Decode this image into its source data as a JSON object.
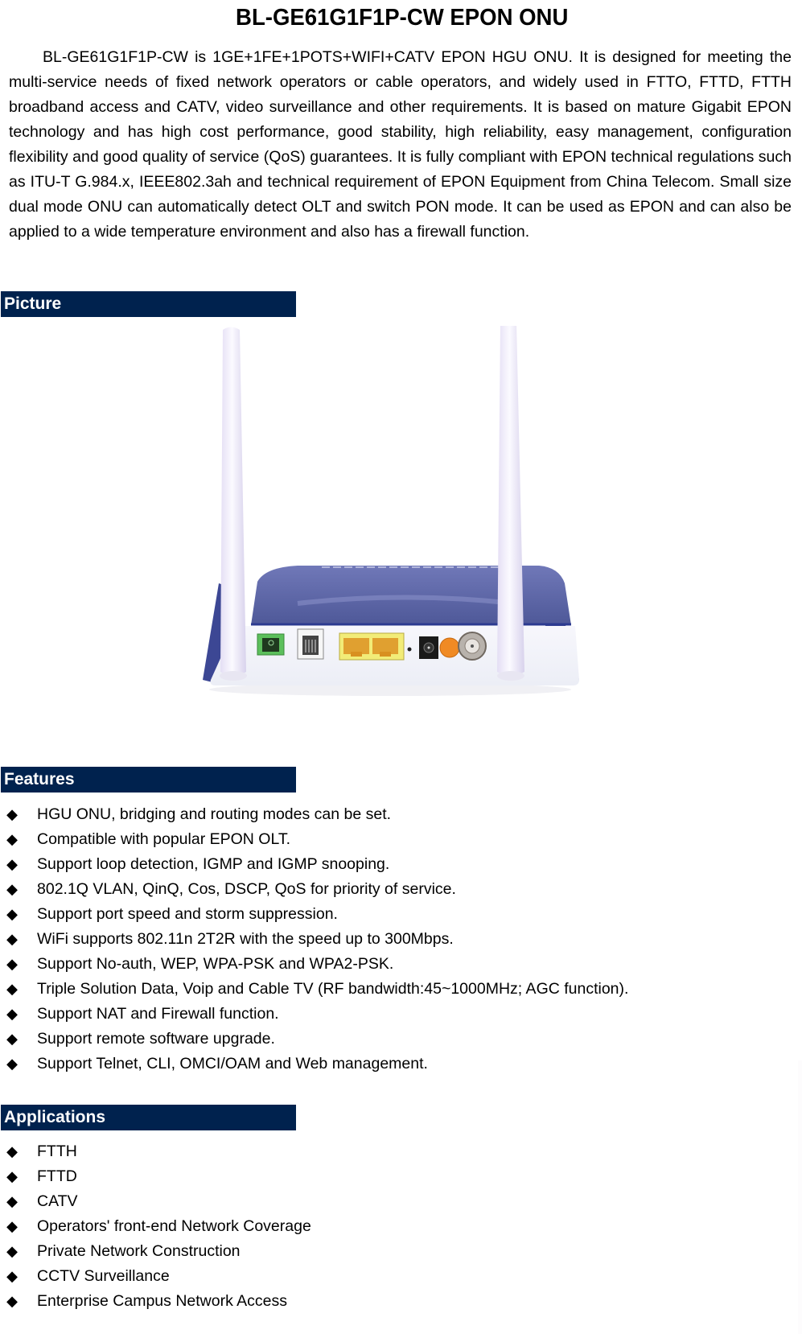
{
  "document": {
    "title": "BL-GE61G1F1P-CW EPON ONU",
    "intro": "BL-GE61G1F1P-CW is 1GE+1FE+1POTS+WIFI+CATV EPON HGU ONU. It is designed for meeting the multi-service needs of fixed network operators or cable operators, and widely used in FTTO, FTTD, FTTH broadband access and CATV, video surveillance and other requirements. It is based on mature Gigabit EPON technology and has high cost performance, good stability, high reliability, easy management, configuration flexibility and good quality of service (QoS) guarantees. It is fully compliant with EPON technical regulations such as ITU-T G.984.x, IEEE802.3ah and technical requirement of EPON Equipment from China Telecom. Small size dual mode ONU can automatically detect OLT and switch PON mode. It can be used as EPON and can also be applied to a wide temperature environment and also has a firewall function."
  },
  "sections": {
    "picture": {
      "heading": "Picture",
      "image_alt": "EPON ONU router rear view with two antennas and ports: PON (green), phone (RJ11), two LAN (yellow RJ45), reset hole, power jack, power button (orange), CATV coax"
    },
    "features": {
      "heading": "Features",
      "bullet": "◆",
      "items": [
        "HGU ONU, bridging and routing modes can be set.",
        "Compatible with popular EPON OLT.",
        "Support loop detection, IGMP and IGMP snooping.",
        "802.1Q VLAN, QinQ, Cos, DSCP, QoS for priority of service.",
        "Support port speed and storm suppression.",
        "WiFi supports 802.11n 2T2R with the speed up to 300Mbps.",
        "Support No-auth, WEP, WPA-PSK and WPA2-PSK.",
        "Triple Solution Data, Voip and Cable TV (RF bandwidth:45~1000MHz; AGC function).",
        "Support NAT and Firewall function.",
        "Support remote software upgrade.",
        "Support Telnet, CLI, OMCI/OAM and Web management."
      ]
    },
    "applications": {
      "heading": "Applications",
      "bullet": "◆",
      "items": [
        "FTTH",
        "FTTD",
        "CATV",
        "Operators' front-end Network Coverage",
        "Private Network Construction",
        "CCTV Surveillance",
        "Enterprise Campus Network Access"
      ]
    }
  },
  "colors": {
    "section_bar": "#00224e",
    "section_text": "#ffffff",
    "body_text": "#000000",
    "device_top": "#5a64a8",
    "device_body": "#f4f4fa",
    "antenna": "#ece8f8"
  }
}
